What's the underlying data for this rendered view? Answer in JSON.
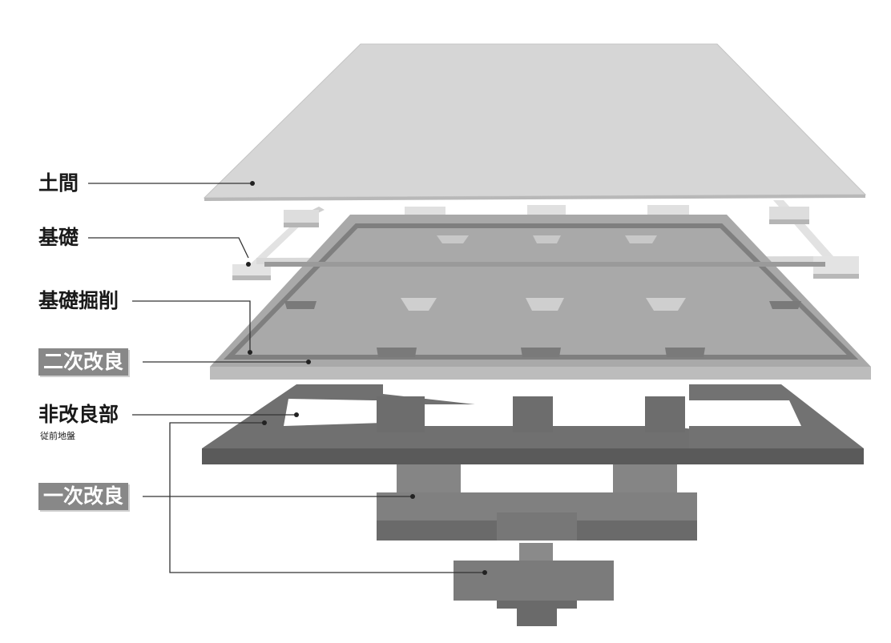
{
  "labels": {
    "doma": "土間",
    "kiso": "基礎",
    "kiso_kussaku": "基礎掘削",
    "niji_kairyo": "二次改良",
    "hikairyo_bu": "非改良部",
    "hikairyo_sub": "従前地盤",
    "ichiji_kairyo": "一次改良"
  },
  "colors": {
    "slab_top": "#d6d6d6",
    "slab_side": "#b8b8b8",
    "second_improve_top": "#a8a8a8",
    "second_improve_side": "#bdbdbd",
    "dark_ground_top": "#6e6e6e",
    "dark_ground_side": "#5a5a5a",
    "mid_block_top": "#808080",
    "mid_block_side": "#6a6a6a",
    "footing_light": "#dcdcdc",
    "label_box": "#888888",
    "leader": "#333333"
  }
}
